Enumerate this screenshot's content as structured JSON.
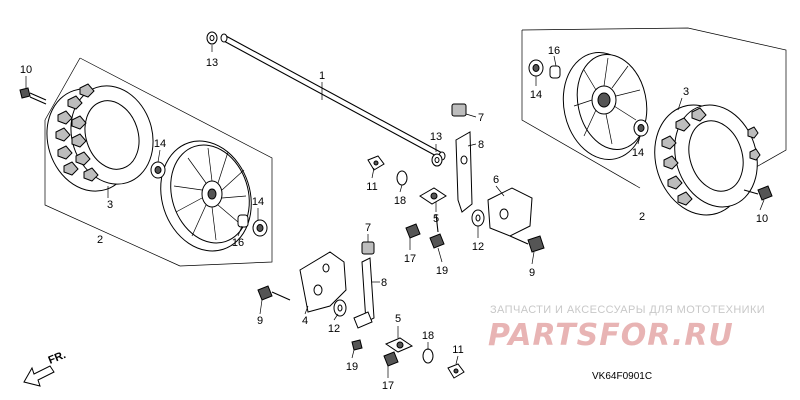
{
  "diagram": {
    "callouts": [
      "1",
      "2",
      "2",
      "3",
      "3",
      "4",
      "5",
      "5",
      "6",
      "7",
      "7",
      "8",
      "8",
      "9",
      "9",
      "10",
      "10",
      "11",
      "11",
      "12",
      "12",
      "13",
      "13",
      "14",
      "14",
      "14",
      "14",
      "16",
      "16",
      "17",
      "17",
      "18",
      "18",
      "19",
      "19"
    ],
    "direction_label": "FR.",
    "code": "VK64F0901C"
  },
  "watermark": {
    "caption": "ЗАПЧАСТИ И АКСЕССУАРЫ ДЛЯ МОТОТЕХНИКИ",
    "logo": "PARTSFOR.RU"
  },
  "colors": {
    "line": "#000000",
    "watermark_logo": "#e8b4b4",
    "watermark_caption": "#c8c8c8"
  }
}
